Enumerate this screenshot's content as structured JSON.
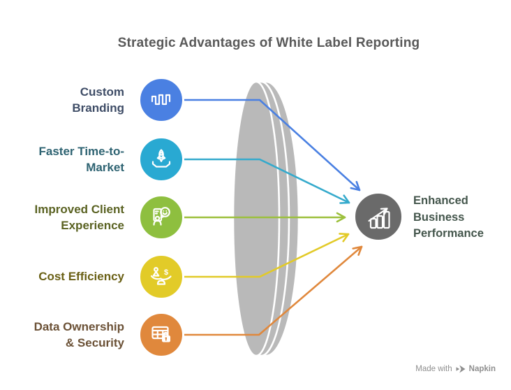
{
  "title": {
    "text": "Strategic Advantages of White Label Reporting",
    "color": "#595959"
  },
  "lens": {
    "color": "#b9b9b9",
    "outline": "#ffffff"
  },
  "advantages": [
    {
      "lines": [
        "Custom",
        "Branding"
      ],
      "icon": "waveform-icon",
      "circle_color": "#4a80e2",
      "line_color": "#4a80e2",
      "label_color": "#3e4c66"
    },
    {
      "lines": [
        "Faster Time-to-",
        "Market"
      ],
      "icon": "rocket-launch-icon",
      "circle_color": "#29a9d2",
      "line_color": "#35aacc",
      "label_color": "#2e6372"
    },
    {
      "lines": [
        "Improved Client",
        "Experience"
      ],
      "icon": "client-feedback-icon",
      "circle_color": "#8ebf3f",
      "line_color": "#9cc03c",
      "label_color": "#5a6222"
    },
    {
      "lines": [
        "Cost Efficiency"
      ],
      "icon": "balance-scale-icon",
      "circle_color": "#e2cb28",
      "line_color": "#e2ca28",
      "label_color": "#6a6015"
    },
    {
      "lines": [
        "Data Ownership",
        "& Security"
      ],
      "icon": "database-lock-icon",
      "circle_color": "#e0883c",
      "line_color": "#e0883c",
      "label_color": "#6b5136"
    }
  ],
  "outcome": {
    "lines": [
      "Enhanced",
      "Business",
      "Performance"
    ],
    "icon": "growth-chart-icon",
    "circle_color": "#6a6a6a",
    "label_color": "#44564c"
  },
  "glyphs": {
    "dollar": "$"
  },
  "footer": {
    "made_with": "Made with",
    "brand": "Napkin",
    "color": "#8f8f8f"
  }
}
